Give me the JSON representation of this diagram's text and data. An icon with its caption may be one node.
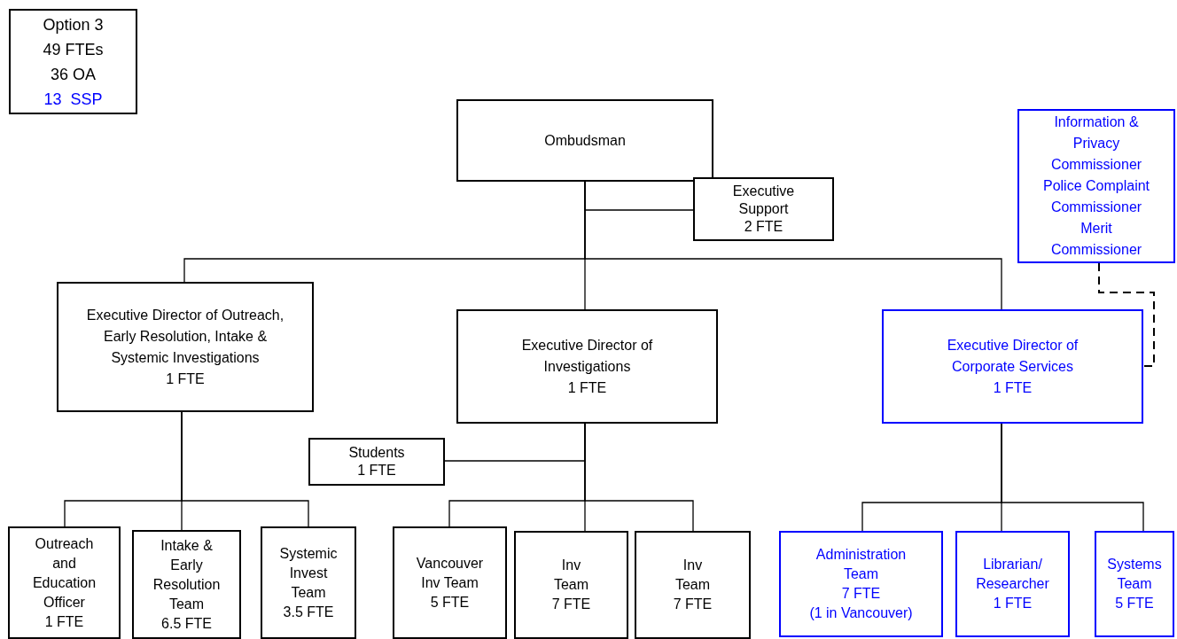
{
  "diagram": {
    "nodes": [
      {
        "text": [
          "Option 3",
          "49 FTEs",
          "36 OA",
          "13  SSP"
        ]
      },
      {
        "text": [
          "Ombudsman"
        ]
      },
      {
        "text": [
          "Information & Privacy Commissioner",
          "Police Complaint Commissioner",
          "Merit Commissioner"
        ]
      },
      {
        "text": [
          "Executive Support",
          "2 FTE"
        ]
      },
      {
        "text": [
          "Executive Director of Outreach, Early Resolution, Intake & Systemic Investigations",
          "1 FTE"
        ]
      },
      {
        "text": [
          "Executive Director of Investigations",
          "1 FTE"
        ]
      },
      {
        "text": [
          "Executive Director of Corporate Services",
          "1 FTE"
        ]
      },
      {
        "text": [
          "Students",
          "1 FTE"
        ]
      },
      {
        "text": [
          "Outreach and Education Officer",
          "1 FTE"
        ]
      },
      {
        "text": [
          "Intake & Early Resolution Team",
          "6.5 FTE"
        ]
      },
      {
        "text": [
          "Systemic Invest Team",
          "3.5 FTE"
        ]
      },
      {
        "text": [
          "Vancouver Inv Team",
          "5 FTE"
        ]
      },
      {
        "text": [
          "Inv Team",
          "7 FTE"
        ]
      },
      {
        "text": [
          "Inv Team",
          "7 FTE"
        ]
      },
      {
        "text": [
          "Administration Team",
          "7 FTE",
          "(1 in Vancouver)"
        ]
      },
      {
        "text": [
          "Librarian/ Researcher",
          "1 FTE"
        ]
      },
      {
        "text": [
          "Systems Team",
          "5 FTE"
        ]
      }
    ],
    "edges": [
      {
        "from": 1,
        "to": 4,
        "arrow": "none"
      },
      {
        "from": 1,
        "to": 5,
        "arrow": "none"
      },
      {
        "from": 1,
        "to": 6,
        "arrow": "none"
      },
      {
        "from": 1,
        "to": 3,
        "arrow": "none"
      },
      {
        "from": 2,
        "to": 6,
        "arrow": "none",
        "style": "dashed"
      },
      {
        "from": 4,
        "to": 8,
        "arrow": "none"
      },
      {
        "from": 4,
        "to": 9,
        "arrow": "none"
      },
      {
        "from": 4,
        "to": 10,
        "arrow": "none"
      },
      {
        "from": 5,
        "to": 7,
        "arrow": "none"
      },
      {
        "from": 5,
        "to": 11,
        "arrow": "none"
      },
      {
        "from": 5,
        "to": 12,
        "arrow": "none"
      },
      {
        "from": 5,
        "to": 13,
        "arrow": "none"
      },
      {
        "from": 6,
        "to": 14,
        "arrow": "none"
      },
      {
        "from": 6,
        "to": 15,
        "arrow": "none"
      },
      {
        "from": 6,
        "to": 16,
        "arrow": "none"
      }
    ]
  }
}
